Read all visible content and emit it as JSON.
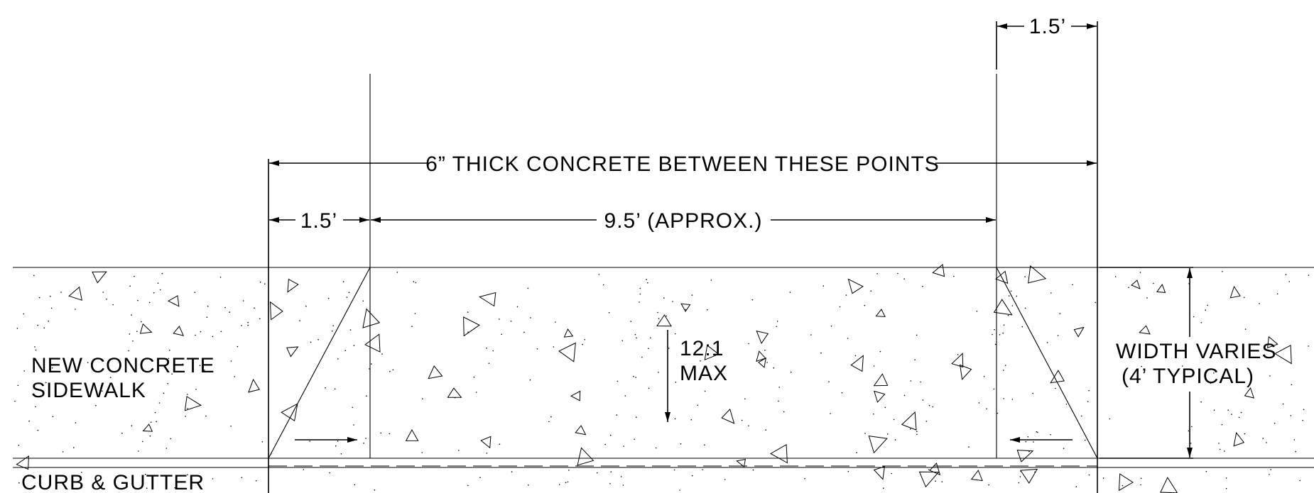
{
  "labels": {
    "thick_concrete": "6” THICK CONCRETE BETWEEN THESE POINTS",
    "left_flare": "1.5’",
    "center_width": "9.5’ (APPROX.)",
    "right_flare": "1.5’",
    "slope_line1": "12:1",
    "slope_line2": "MAX",
    "sidewalk_line1": "NEW CONCRETE",
    "sidewalk_line2": "SIDEWALK",
    "width_line1": "WIDTH VARIES",
    "width_line2": "(4’ TYPICAL)",
    "curb": "CURB & GUTTER"
  },
  "colors": {
    "line": "#000000",
    "background": "#ffffff"
  }
}
